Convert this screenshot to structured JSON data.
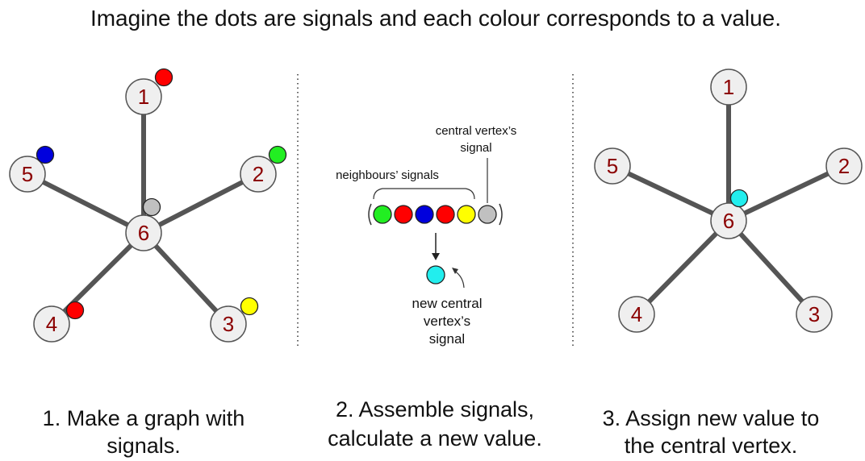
{
  "title": "Imagine the dots are signals and each colour corresponds to a value.",
  "colors": {
    "red": "#ff0000",
    "green": "#22ee22",
    "blue": "#0000dd",
    "yellow": "#ffff00",
    "gray": "#c0c0c0",
    "cyan": "#22eeee"
  },
  "panel1": {
    "caption_line1": "1. Make a graph with",
    "caption_line2": "signals.",
    "nodes": [
      "1",
      "2",
      "3",
      "4",
      "5",
      "6"
    ]
  },
  "panel2": {
    "caption_line1": "2. Assemble signals,",
    "caption_line2": "calculate a new value.",
    "central_label_line1": "central vertex’s",
    "central_label_line2": "signal",
    "neighbours_label": "neighbours’ signals",
    "signal_sequence": [
      "green",
      "red",
      "blue",
      "red",
      "yellow",
      "gray"
    ],
    "result_line1": "new central",
    "result_line2": "vertex’s",
    "result_line3": "signal"
  },
  "panel3": {
    "caption_line1": "3. Assign new value to",
    "caption_line2": "the central vertex.",
    "nodes": [
      "1",
      "2",
      "3",
      "4",
      "5",
      "6"
    ]
  }
}
